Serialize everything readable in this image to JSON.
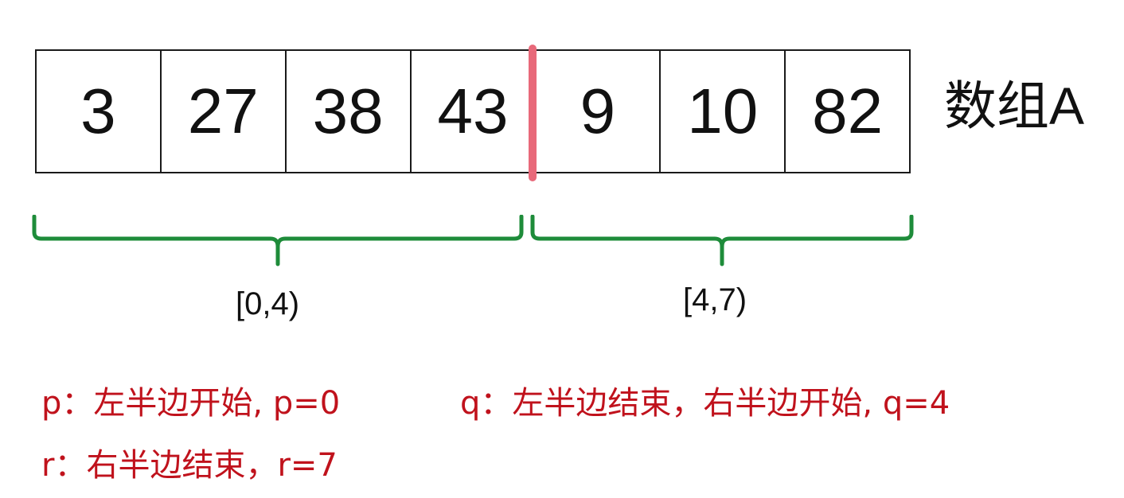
{
  "diagram": {
    "array_label": "数组A",
    "cells": [
      "3",
      "27",
      "38",
      "43",
      "9",
      "10",
      "82"
    ],
    "split_index": 4,
    "divider_color": "#e8697a",
    "brace_color": "#1e8c3a",
    "note_color": "#c0121c",
    "ranges": [
      {
        "label": "[0,4)",
        "start": 0,
        "end": 4
      },
      {
        "label": "[4,7)",
        "start": 4,
        "end": 7
      }
    ],
    "notes": {
      "p": "p：左半边开始, p=0",
      "q": "q：左半边结束，右半边开始, q=4",
      "r": "r：右半边结束，r=7"
    }
  }
}
